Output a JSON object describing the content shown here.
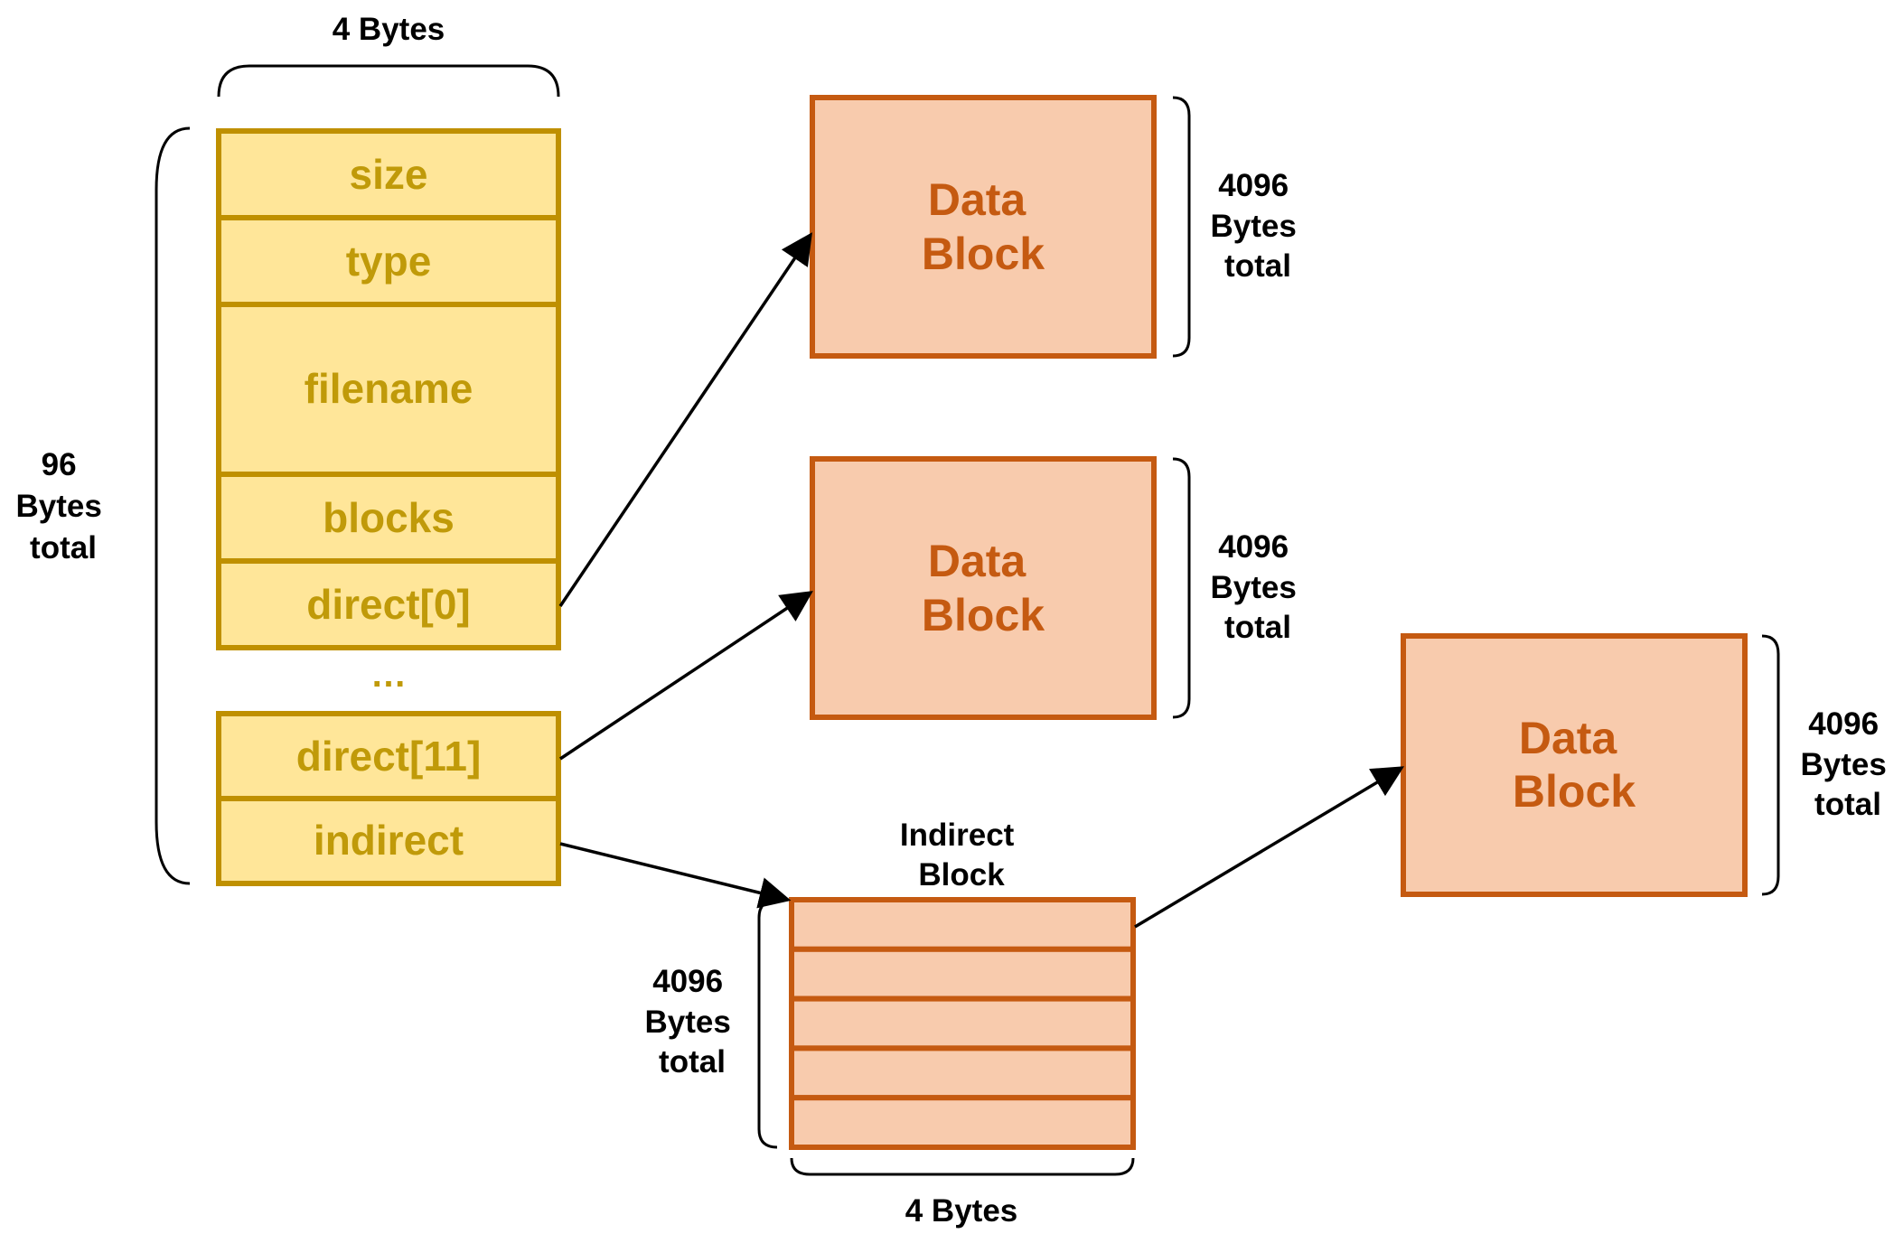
{
  "colors": {
    "inode_fill": "#FFE699",
    "inode_stroke": "#BF9000",
    "inode_text": "#C09A09",
    "block_fill": "#F8CBAD",
    "block_stroke": "#C55A11",
    "block_text": "#C55A11",
    "label_text": "#000000",
    "arrow": "#000000"
  },
  "inode": {
    "width_label": "4 Bytes",
    "size_label": [
      "96",
      "Bytes",
      "total"
    ],
    "fields": {
      "size": "size",
      "type": "type",
      "filename": "filename",
      "blocks": "blocks",
      "direct0": "direct[0]",
      "ellipsis": "…",
      "direct11": "direct[11]",
      "indirect": "indirect"
    }
  },
  "data_blocks": [
    {
      "title": [
        "Data",
        "Block"
      ],
      "size_label": [
        "4096",
        "Bytes",
        "total"
      ]
    },
    {
      "title": [
        "Data",
        "Block"
      ],
      "size_label": [
        "4096",
        "Bytes",
        "total"
      ]
    },
    {
      "title": [
        "Data",
        "Block"
      ],
      "size_label": [
        "4096",
        "Bytes",
        "total"
      ]
    }
  ],
  "indirect_block": {
    "title": [
      "Indirect",
      "Block"
    ],
    "size_label": [
      "4096",
      "Bytes",
      "total"
    ],
    "width_label": "4 Bytes",
    "entry_count": 5
  }
}
